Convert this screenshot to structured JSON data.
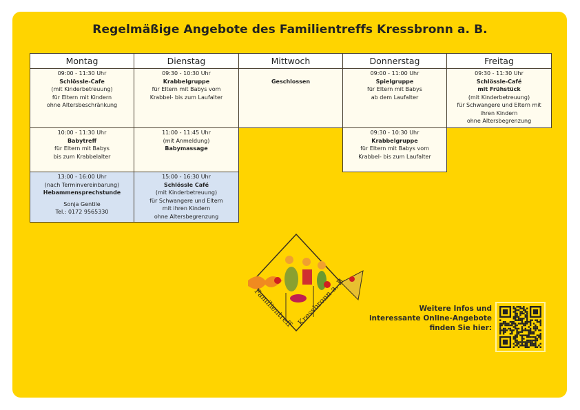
{
  "title": "Regelmäßige Angebote des Familientreffs Kressbronn a. B.",
  "days": [
    "Montag",
    "Dienstag",
    "Mittwoch",
    "Donnerstag",
    "Freitag"
  ],
  "schedule": {
    "mon1": {
      "time": "09:00 - 11:30 Uhr",
      "name": "Schlössle-Cafe",
      "lines": [
        "(mit Kinderbetreuung)",
        "für Eltern mit Kindern",
        "ohne Altersbeschränkung"
      ]
    },
    "mon2": {
      "time": "10:00 - 11:30 Uhr",
      "name": "Babytreff",
      "lines": [
        "für Eltern mit Babys",
        "bis zum Krabbelalter"
      ]
    },
    "mon3": {
      "time": "13:00 - 16:00 Uhr",
      "note": "(nach Terminvereinbarung)",
      "name": "Hebammensprechstunde",
      "contact": "Sonja Gentile",
      "phone": "Tel.: 0172 9565330"
    },
    "tue1": {
      "time": "09:30 - 10:30 Uhr",
      "name": "Krabbelgruppe",
      "lines": [
        "für Eltern mit Babys vom",
        "Krabbel- bis zum Laufalter"
      ]
    },
    "tue2": {
      "time": "11:00 - 11:45 Uhr",
      "note": "(mit Anmeldung)",
      "name": "Babymassage"
    },
    "tue3": {
      "time": "15:00 - 16:30 Uhr",
      "name": "Schlössle Café",
      "lines": [
        "(mit Kinderbetreuung)",
        "für Schwangere und Eltern",
        "mit ihren Kindern",
        "ohne Altersbegrenzung"
      ]
    },
    "wed1": {
      "name": "Geschlossen"
    },
    "thu1": {
      "time": "09:00 - 11:00 Uhr",
      "name": "Spielgruppe",
      "lines": [
        "für Eltern mit Babys",
        "ab dem Laufalter"
      ]
    },
    "thu2": {
      "time": "09:30 - 10:30 Uhr",
      "name": "Krabbelgruppe",
      "lines": [
        "für Eltern mit Babys vom",
        "Krabbel- bis zum Laufalter"
      ]
    },
    "fri1": {
      "time": "09:30 - 11:30 Uhr",
      "name": "Schlössle-Café",
      "name2": "mit Frühstück",
      "lines": [
        "(mit Kinderbetreuung)",
        "für Schwangere und Eltern mit",
        "ihren Kindern",
        "ohne Altersbegrenzung"
      ]
    }
  },
  "info": {
    "line1": "Weitere Infos und",
    "line2": "interessante Online-Angebote",
    "line3": "finden Sie hier:"
  },
  "logo_text": "Familientreff Kressbronn a. B.",
  "colors": {
    "background": "#FFD400",
    "cell": "#FFFCEE",
    "highlight": "#D6E2F2"
  }
}
